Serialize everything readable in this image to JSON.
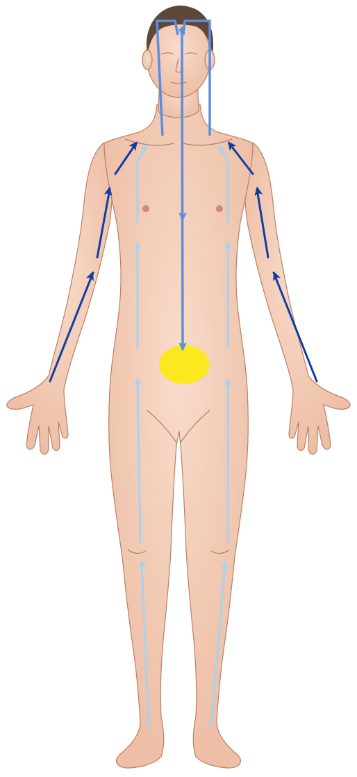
{
  "colors": {
    "background": "#ffffff",
    "skin": "#f4cfbb",
    "skin_shadow": "#e3ad94",
    "outline": "#b87f68",
    "hair": "#5e4638",
    "nipple": "#c98b78",
    "dark_flow": "#0f3da3",
    "mid_flow": "#5b8de0",
    "light_flow": "#a9d2ef",
    "center_spot": "#fbe81e"
  },
  "diagram": {
    "subject": "standing-human-figure-front-view",
    "center_spot_icon": "yellow-circle",
    "arrow_icon": "arrowhead",
    "flow_groups": [
      {
        "name": "arms-upward",
        "color_key": "dark_flow",
        "direction": "up"
      },
      {
        "name": "head-descending",
        "color_key": "mid_flow",
        "direction": "down"
      },
      {
        "name": "legs-and-torso-upward",
        "color_key": "light_flow",
        "direction": "up"
      }
    ]
  }
}
